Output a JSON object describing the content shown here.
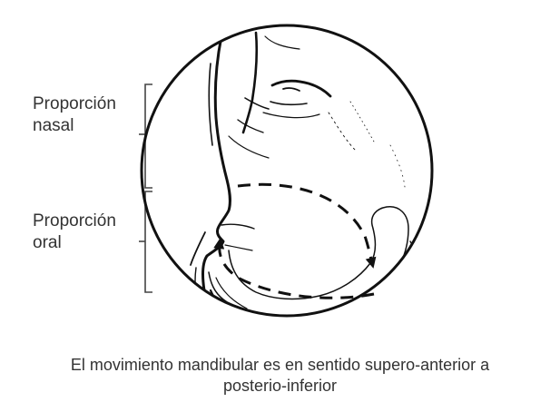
{
  "labels": {
    "nasal_line1": "Proporción",
    "nasal_line2": "nasal",
    "oral_line1": "Proporción",
    "oral_line2": "oral"
  },
  "caption": {
    "line1": "El movimiento mandibular es en sentido supero-anterior a",
    "line2": "posterio-inferior"
  },
  "colors": {
    "line": "#111111",
    "text": "#333333",
    "bracket": "#444444"
  }
}
